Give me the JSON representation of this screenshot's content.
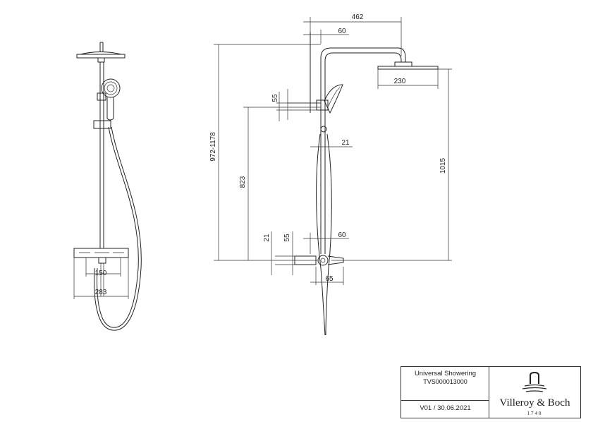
{
  "dimensions": {
    "front_width": "462",
    "arm_offset": "60",
    "overall_height": "972-1178",
    "holder_height": "55",
    "rain_head_diameter": "230",
    "head_height": "1015",
    "rail_diameter": "21",
    "holder_height_from_valve": "823",
    "valve_pipe": "21",
    "valve_depth": "55",
    "valve_offset": "60",
    "spout_depth": "65",
    "valve_centers": "150",
    "valve_width": "283"
  },
  "title_block": {
    "product_name": "Universal Showering",
    "product_code": "TVS000013000",
    "version": "V01 / 30.06.2021"
  },
  "logo": {
    "brand": "Villeroy & Boch",
    "year": "1748"
  }
}
